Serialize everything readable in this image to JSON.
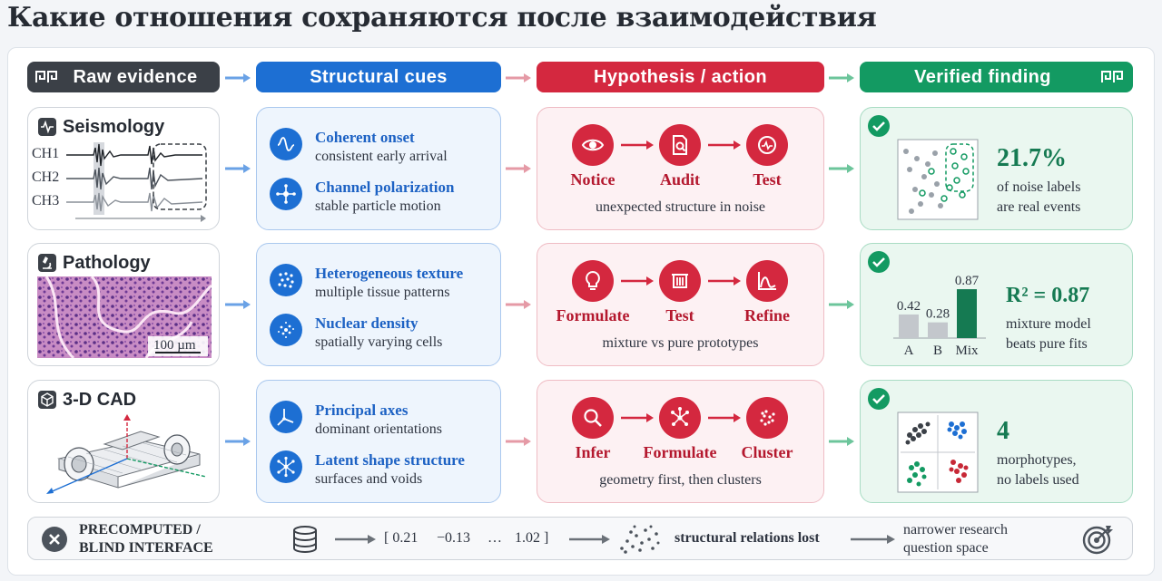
{
  "title": "Какие отношения сохраняются после взаимодействия",
  "headers": {
    "raw": "Raw evidence",
    "structural": "Structural cues",
    "hypothesis": "Hypothesis / action",
    "verified": "Verified finding"
  },
  "rows": [
    {
      "domain": "Seismology",
      "channels": [
        "CH1",
        "CH2",
        "CH3"
      ],
      "cues": [
        {
          "title": "Coherent onset",
          "desc": "consistent early arrival",
          "icon": "wave-icon"
        },
        {
          "title": "Channel polarization",
          "desc": "stable particle motion",
          "icon": "polarization-icon"
        }
      ],
      "steps": [
        {
          "label": "Notice",
          "icon": "eye-icon"
        },
        {
          "label": "Audit",
          "icon": "document-search-icon"
        },
        {
          "label": "Test",
          "icon": "test-gauge-icon"
        }
      ],
      "note": "unexpected structure in noise",
      "finding": {
        "value": "21.7%",
        "lines": [
          "of noise labels",
          "are real events"
        ]
      }
    },
    {
      "domain": "Pathology",
      "scale_label": "100 µm",
      "cues": [
        {
          "title": "Heterogeneous texture",
          "desc": "multiple tissue patterns",
          "icon": "texture-icon"
        },
        {
          "title": "Nuclear density",
          "desc": "spatially varying cells",
          "icon": "density-icon"
        }
      ],
      "steps": [
        {
          "label": "Formulate",
          "icon": "lightbulb-icon"
        },
        {
          "label": "Test",
          "icon": "test-tubes-icon"
        },
        {
          "label": "Refine",
          "icon": "curve-icon"
        }
      ],
      "note": "mixture vs pure prototypes",
      "finding": {
        "value": "R² = 0.87",
        "lines": [
          "mixture model",
          "beats pure fits"
        ]
      }
    },
    {
      "domain": "3-D CAD",
      "cues": [
        {
          "title": "Principal axes",
          "desc": "dominant orientations",
          "icon": "axes-icon"
        },
        {
          "title": "Latent shape structure",
          "desc": "surfaces and voids",
          "icon": "network-icon"
        }
      ],
      "steps": [
        {
          "label": "Infer",
          "icon": "magnifier-icon"
        },
        {
          "label": "Formulate",
          "icon": "graph-icon"
        },
        {
          "label": "Cluster",
          "icon": "cluster-icon"
        }
      ],
      "note": "geometry first, then clusters",
      "finding": {
        "value": "4",
        "lines": [
          "morphotypes,",
          "no labels used"
        ]
      }
    }
  ],
  "chart_data": {
    "type": "bar",
    "categories": [
      "A",
      "B",
      "Mix"
    ],
    "values": [
      0.42,
      0.28,
      0.87
    ],
    "value_labels": [
      "0.42",
      "0.28",
      "0.87"
    ],
    "ylim": [
      0,
      1
    ],
    "colors": [
      "#c3c7cc",
      "#c3c7cc",
      "#157a52"
    ]
  },
  "bottom": {
    "label_line1": "PRECOMPUTED /",
    "label_line2": "BLIND INTERFACE",
    "vector": [
      "[ 0.21",
      "−0.13",
      "…",
      "1.02 ]"
    ],
    "lost": "structural relations lost",
    "result_line1": "narrower research",
    "result_line2": "question space"
  },
  "colors": {
    "raw": "#3b4047",
    "structural": "#1d6fd3",
    "hypothesis": "#d4283f",
    "verified": "#139a62"
  }
}
